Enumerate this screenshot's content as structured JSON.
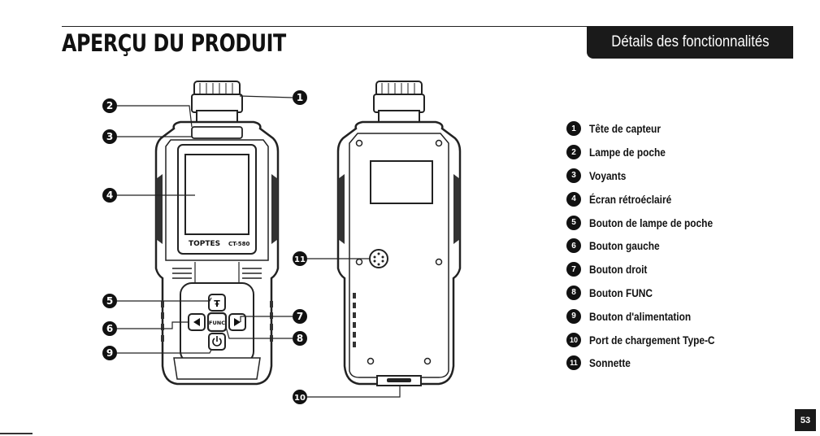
{
  "page_title": "APERÇU DU PRODUIT",
  "section_tab": "Détails des fonctionnalités",
  "device": {
    "brand": "TOPTES",
    "model": "CT-580",
    "func_key": "FUNC"
  },
  "callouts": [
    "1",
    "2",
    "3",
    "4",
    "5",
    "6",
    "7",
    "8",
    "9",
    "10",
    "11"
  ],
  "legend": [
    {
      "num": "1",
      "label": "Tête de capteur"
    },
    {
      "num": "2",
      "label": "Lampe de poche"
    },
    {
      "num": "3",
      "label": "Voyants"
    },
    {
      "num": "4",
      "label": "Écran rétroéclairé"
    },
    {
      "num": "5",
      "label": "Bouton de lampe de poche"
    },
    {
      "num": "6",
      "label": "Bouton gauche"
    },
    {
      "num": "7",
      "label": "Bouton droit"
    },
    {
      "num": "8",
      "label": "Bouton FUNC"
    },
    {
      "num": "9",
      "label": "Bouton d'alimentation"
    },
    {
      "num": "10",
      "label": "Port de chargement Type-C"
    },
    {
      "num": "11",
      "label": "Sonnette"
    }
  ],
  "page_number": "53"
}
